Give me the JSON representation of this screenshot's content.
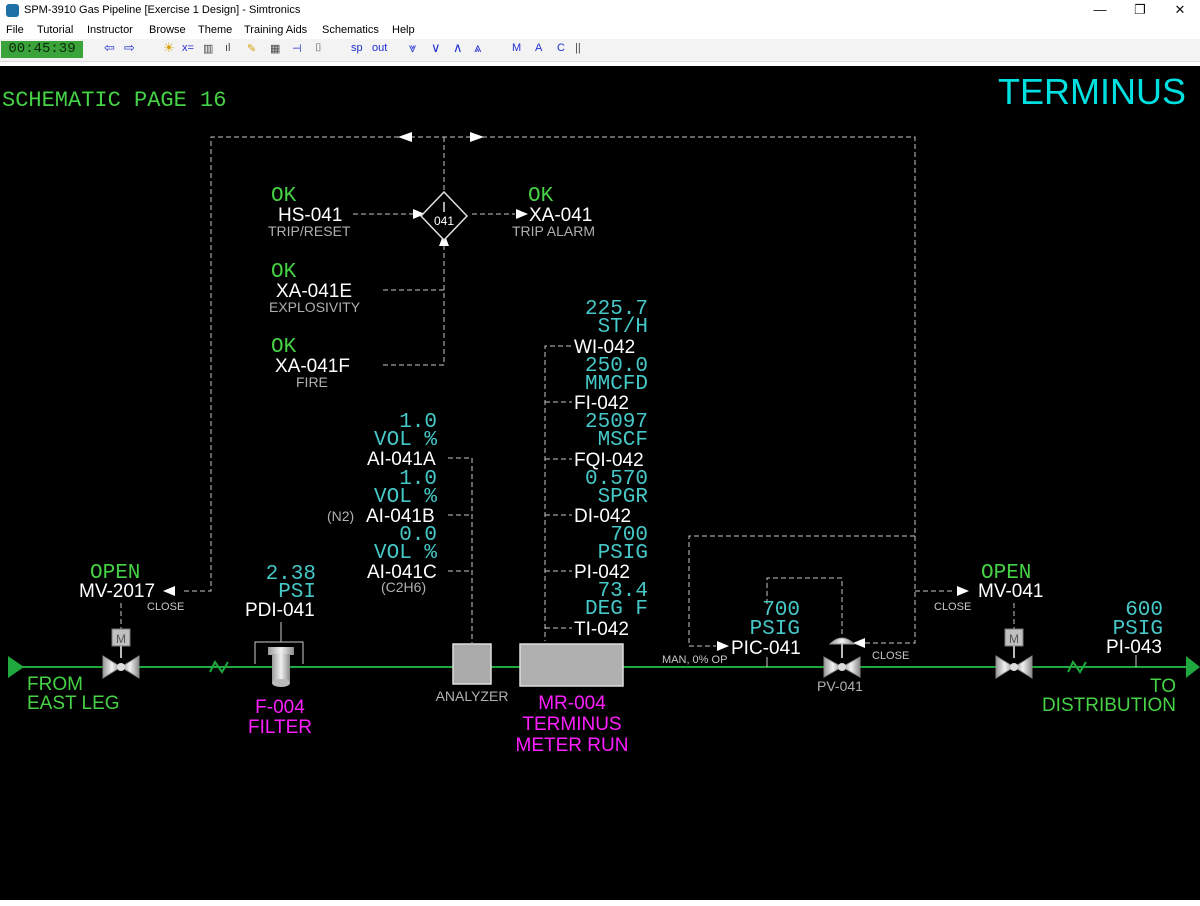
{
  "window": {
    "title": "SPM-3910 Gas Pipeline [Exercise 1 Design] - Simtronics",
    "minimize": "—",
    "restore": "❐",
    "close": "✕"
  },
  "menu": [
    "File",
    "Tutorial",
    "Instructor",
    "Browse",
    "Theme",
    "Training Aids",
    "Schematics",
    "Help"
  ],
  "toolbar": {
    "clock": "00:45:39",
    "back_icon": "⇦",
    "forward_icon": "⇨",
    "sun_icon": "☀",
    "xeq": "x=",
    "sp": "sp",
    "out": "out",
    "down2": "⩔",
    "down": "∨",
    "up": "∧",
    "up2": "⩓",
    "m": "M",
    "a": "A",
    "c": "C"
  },
  "schematic": {
    "page_label": "SCHEMATIC PAGE 16",
    "page_title": "TERMINUS",
    "interlock_id": "041",
    "hs041": {
      "status": "OK",
      "tag": "HS-041",
      "desc": "TRIP/RESET"
    },
    "xa041": {
      "status": "OK",
      "tag": "XA-041",
      "desc": "TRIP ALARM"
    },
    "xa041e": {
      "status": "OK",
      "tag": "XA-041E",
      "desc": "EXPLOSIVITY"
    },
    "xa041f": {
      "status": "OK",
      "tag": "XA-041F",
      "desc": "FIRE"
    },
    "wi042": {
      "value": "225.7",
      "unit": "ST/H",
      "tag": "WI-042"
    },
    "fi042": {
      "value": "250.0",
      "unit": "MMCFD",
      "tag": "FI-042"
    },
    "fqi042": {
      "value": "25097",
      "unit": "MSCF",
      "tag": "FQI-042"
    },
    "di042": {
      "value": "0.570",
      "unit": "SPGR",
      "tag": "DI-042"
    },
    "pi042": {
      "value": "700",
      "unit": "PSIG",
      "tag": "PI-042"
    },
    "ti042": {
      "value": "73.4",
      "unit": "DEG F",
      "tag": "TI-042"
    },
    "ai041a": {
      "value": "1.0",
      "unit": "VOL %",
      "tag": "AI-041A"
    },
    "ai041b": {
      "value": "1.0",
      "unit": "VOL %",
      "tag": "AI-041B",
      "note": "(N2)"
    },
    "ai041c": {
      "value": "0.0",
      "unit": "VOL %",
      "tag": "AI-041C",
      "note": "(C2H6)"
    },
    "mv2017": {
      "status": "OPEN",
      "tag": "MV-2017",
      "cmd": "CLOSE"
    },
    "mv041": {
      "status": "OPEN",
      "tag": "MV-041",
      "cmd": "CLOSE"
    },
    "pdi041": {
      "value": "2.38",
      "unit": "PSI",
      "tag": "PDI-041"
    },
    "pic041": {
      "value": "700",
      "unit": "PSIG",
      "tag": "PIC-041",
      "mode": "MAN, 0% OP"
    },
    "pv041": {
      "tag": "PV-041",
      "cmd": "CLOSE"
    },
    "pi043": {
      "value": "600",
      "unit": "PSIG",
      "tag": "PI-043"
    },
    "motor_label": "M",
    "from_line1": "FROM",
    "from_line2": "EAST LEG",
    "to_line1": "TO",
    "to_line2": "DISTRIBUTION",
    "analyzer_label": "ANALYZER",
    "filter_line1": "F-004",
    "filter_line2": "FILTER",
    "meter_line1": "MR-004",
    "meter_line2": "TERMINUS",
    "meter_line3": "METER RUN"
  },
  "colors": {
    "background": "#000000",
    "status_green": "#46d246",
    "value_cyan": "#46c8c8",
    "tag_white": "#ffffff",
    "desc_grey": "#b0b0b0",
    "equipment_magenta": "#ff1eff",
    "pipe_green": "#1fa83e",
    "title_cyan": "#00e0e0"
  }
}
